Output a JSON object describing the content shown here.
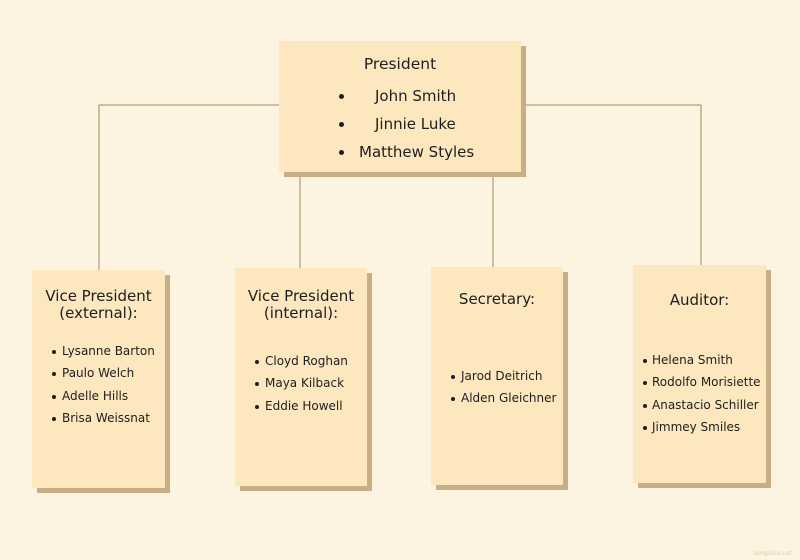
{
  "president": {
    "title": "President",
    "members": [
      "John Smith",
      "Jinnie Luke",
      "Matthew Styles"
    ]
  },
  "children": [
    {
      "title": "Vice President\n(external):",
      "members": [
        "Lysanne Barton",
        "Paulo Welch",
        "Adelle Hills",
        "Brisa Weissnat"
      ]
    },
    {
      "title": "Vice President\n(internal):",
      "members": [
        "Cloyd Roghan",
        "Maya Kilback",
        "Eddie Howell"
      ]
    },
    {
      "title": "Secretary:",
      "members": [
        "Jarod Deitrich",
        "Alden Gleichner"
      ]
    },
    {
      "title": "Auditor:",
      "members": [
        "Helena Smith",
        "Rodolfo Morisiette",
        "Anastacio Schiller",
        "Jimmey Smiles"
      ]
    }
  ],
  "watermark": "template.net",
  "colors": {
    "background": "#fdf3e1",
    "box_fill": "#fde7bf",
    "box_shadow": "#c9ae85",
    "connector": "#a88a5c"
  }
}
